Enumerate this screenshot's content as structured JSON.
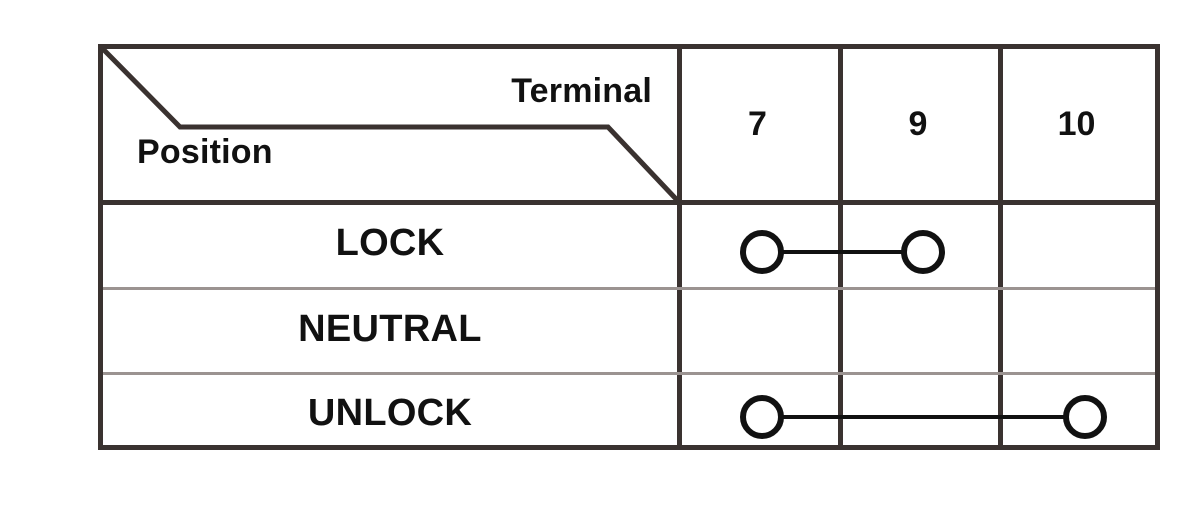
{
  "table": {
    "corner": {
      "column_axis_label": "Terminal",
      "row_axis_label": "Position"
    },
    "terminal_columns": [
      "7",
      "9",
      "10"
    ],
    "rows": [
      {
        "label": "LOCK",
        "connected_terminals": [
          "7",
          "9"
        ]
      },
      {
        "label": "NEUTRAL",
        "connected_terminals": []
      },
      {
        "label": "UNLOCK",
        "connected_terminals": [
          "7",
          "10"
        ]
      }
    ]
  },
  "colors": {
    "border": "#3a3230",
    "inner_rule": "#9b9391",
    "text": "#111111",
    "node_stroke": "#111111",
    "background": "#ffffff"
  }
}
